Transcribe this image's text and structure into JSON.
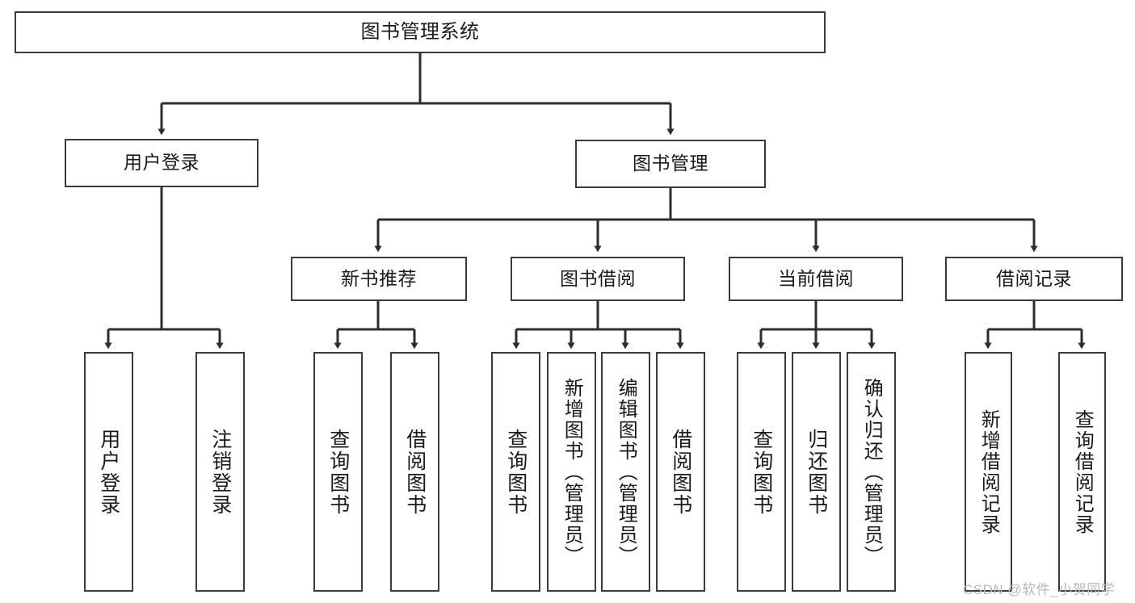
{
  "diagram": {
    "title": "图书管理系统",
    "type": "tree-hierarchy",
    "watermark": "CSDN @软件_小贺同学",
    "colors": {
      "background": "#ffffff",
      "box_border": "#3b3b3b",
      "box_fill": "#ffffff",
      "connector": "#2d2d2d",
      "text": "#1a1a1a",
      "watermark": "#b8b8b8"
    },
    "levels": {
      "root": {
        "label": "图书管理系统"
      },
      "level2": [
        {
          "id": "user-login",
          "label": "用户登录"
        },
        {
          "id": "book-management",
          "label": "图书管理"
        }
      ],
      "level3": [
        {
          "id": "new-book-recommend",
          "label": "新书推荐",
          "parent": "book-management"
        },
        {
          "id": "book-borrow",
          "label": "图书借阅",
          "parent": "book-management"
        },
        {
          "id": "current-borrow",
          "label": "当前借阅",
          "parent": "book-management"
        },
        {
          "id": "borrow-record",
          "label": "借阅记录",
          "parent": "book-management"
        }
      ],
      "leaves": [
        {
          "id": "leaf-user-login",
          "label": "用户登录",
          "parent": "user-login"
        },
        {
          "id": "leaf-logout-login",
          "label": "注销登录",
          "parent": "user-login"
        },
        {
          "id": "leaf-query-book-1",
          "label": "查询图书",
          "parent": "new-book-recommend"
        },
        {
          "id": "leaf-borrow-book-1",
          "label": "借阅图书",
          "parent": "new-book-recommend"
        },
        {
          "id": "leaf-query-book-2",
          "label": "查询图书",
          "parent": "book-borrow"
        },
        {
          "id": "leaf-add-book-admin",
          "label": "新增图书（管理员）",
          "parent": "book-borrow"
        },
        {
          "id": "leaf-edit-book-admin",
          "label": "编辑图书（管理员）",
          "parent": "book-borrow"
        },
        {
          "id": "leaf-borrow-book-2",
          "label": "借阅图书",
          "parent": "book-borrow"
        },
        {
          "id": "leaf-query-book-3",
          "label": "查询图书",
          "parent": "current-borrow"
        },
        {
          "id": "leaf-return-book",
          "label": "归还图书",
          "parent": "current-borrow"
        },
        {
          "id": "leaf-confirm-return-admin",
          "label": "确认归还（管理员）",
          "parent": "current-borrow"
        },
        {
          "id": "leaf-add-borrow-record",
          "label": "新增借阅记录",
          "parent": "borrow-record"
        },
        {
          "id": "leaf-query-borrow-record",
          "label": "查询借阅记录",
          "parent": "borrow-record"
        }
      ]
    }
  }
}
